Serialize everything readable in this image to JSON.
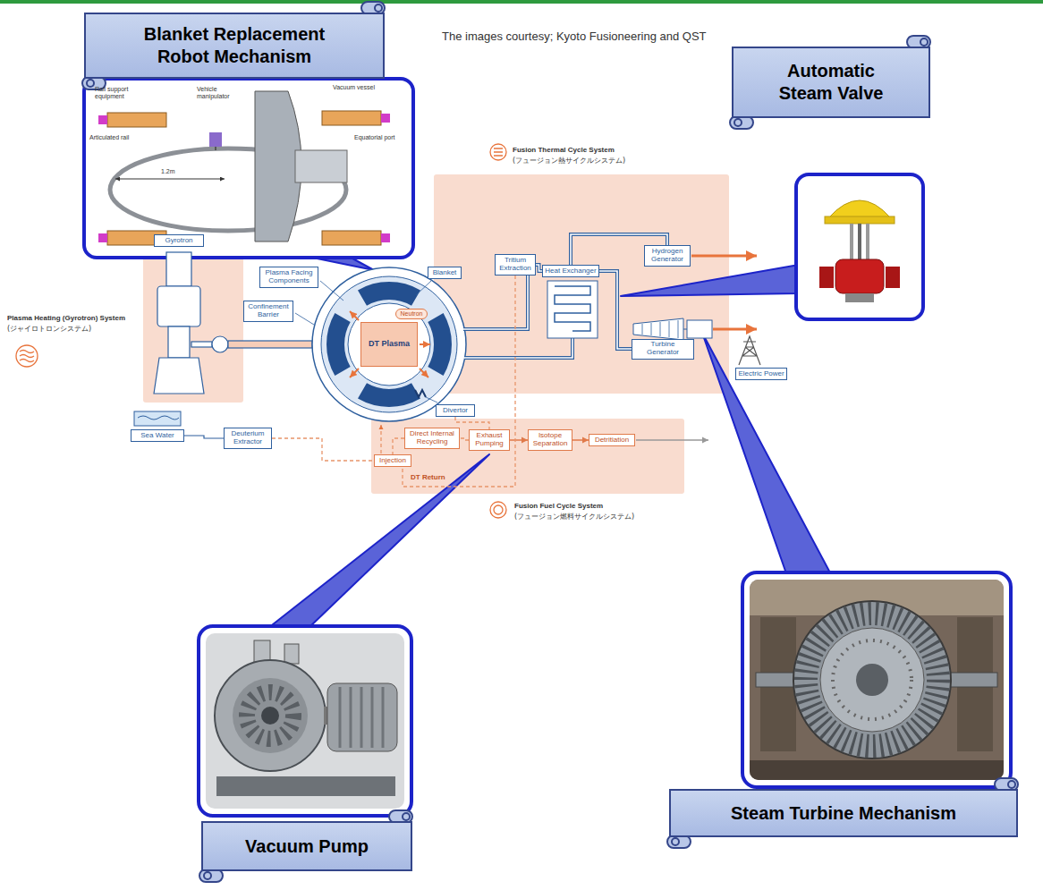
{
  "diagram": {
    "nodes": [
      {
        "text": [
          "Blanket Replacement Robot Mechanism"
        ]
      },
      {
        "text": [
          "Automatic Steam Valve"
        ]
      },
      {
        "text": [
          "Steam Turbine Mechanism"
        ]
      },
      {
        "text": [
          "Vacuum Pump"
        ]
      },
      {
        "text": [
          "Fusion Thermal Cycle System",
          "(フュージョン熱サイクルシステム)"
        ]
      },
      {
        "text": [
          "Plasma Heating (Gyrotron) System",
          "(ジャイロトロンシステム)"
        ]
      },
      {
        "text": [
          "Fusion Fuel Cycle System",
          "(フュージョン燃料サイクルシステム)"
        ]
      },
      {
        "text": [
          "Gyrotron"
        ],
        "in": 5
      },
      {
        "text": [
          "Confinement Barrier"
        ]
      },
      {
        "text": [
          "Plasma Facing Components"
        ]
      },
      {
        "text": [
          "Blanket"
        ]
      },
      {
        "text": [
          "DT Plasma"
        ]
      },
      {
        "text": [
          "Neutron"
        ]
      },
      {
        "text": [
          "Divertor"
        ]
      },
      {
        "text": [
          "Tritium Extraction"
        ],
        "in": 4
      },
      {
        "text": [
          "Heat Exchanger"
        ],
        "in": 4
      },
      {
        "text": [
          "Hydrogen Generator"
        ],
        "in": 4
      },
      {
        "text": [
          "Turbine Generator"
        ],
        "in": 4
      },
      {
        "text": [
          "Electric Power"
        ]
      },
      {
        "text": [
          "Direct Internal Recycling"
        ],
        "in": 6
      },
      {
        "text": [
          "Injection"
        ],
        "in": 6
      },
      {
        "text": [
          "Exhaust Pumping"
        ],
        "in": 6
      },
      {
        "text": [
          "Isotope Separation"
        ],
        "in": 6
      },
      {
        "text": [
          "Detritiation"
        ],
        "in": 6
      },
      {
        "text": [
          "Sea Water"
        ]
      },
      {
        "text": [
          "Deuterium Extractor"
        ]
      }
    ],
    "edges": [
      {
        "from": 14,
        "to": 15,
        "arrow": "none"
      },
      {
        "from": 15,
        "to": 16,
        "arrow": "none"
      },
      {
        "from": 15,
        "to": 17,
        "arrow": "none"
      },
      {
        "from": 21,
        "to": 22,
        "arrow": "to"
      },
      {
        "from": 22,
        "to": 23,
        "arrow": "to"
      },
      {
        "from": 13,
        "to": 21,
        "arrow": "none"
      },
      {
        "from": 21,
        "to": 19,
        "arrow": "none"
      },
      {
        "from": 19,
        "to": 20,
        "arrow": "none"
      },
      {
        "from": 24,
        "to": 25,
        "arrow": "none"
      },
      {
        "from": 25,
        "to": 20,
        "arrow": "none"
      },
      {
        "from": 14,
        "to": 20,
        "arrow": "none"
      }
    ],
    "labels": [
      "The images courtesy; Kyoto Fusioneering and QST",
      "Rail support equipment",
      "Vehicle manipulator",
      "Vacuum vessel",
      "Equatorial port",
      "Articulated rail",
      "1.2m",
      "DT Return"
    ]
  }
}
